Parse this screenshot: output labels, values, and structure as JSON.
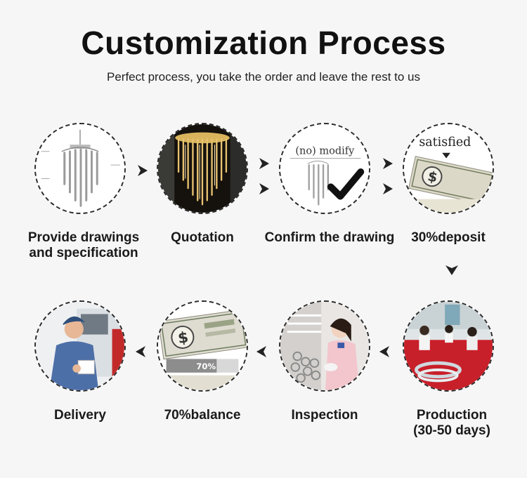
{
  "header": {
    "title": "Customization Process",
    "subtitle": "Perfect process, you take the order and leave the rest to us"
  },
  "steps": [
    {
      "label_line1": "Provide drawings",
      "label_line2": "and specification",
      "icon": "chandelier-drawing-icon"
    },
    {
      "label_line1": "Quotation",
      "icon": "gold-chandelier-photo-icon"
    },
    {
      "label_line1": "Confirm the drawing",
      "stamp_text": "(no) modify",
      "icon": "drawing-checkmark-icon"
    },
    {
      "label_line1": "30%deposit",
      "stamp_text": "satisfied",
      "icon": "money-stack-icon"
    },
    {
      "label_line1": "Production",
      "label_line2": "(30-50 days)",
      "icon": "factory-workers-icon"
    },
    {
      "label_line1": "Inspection",
      "icon": "worker-inspecting-icon"
    },
    {
      "label_line1": "70%balance",
      "badge_text": "70%",
      "icon": "money-progress-icon"
    },
    {
      "label_line1": "Delivery",
      "icon": "delivery-man-icon"
    }
  ],
  "colors": {
    "background": "#f6f6f6",
    "text": "#1a1a1a",
    "factory_red": "#c8202a",
    "gold": "#c9a24a"
  }
}
